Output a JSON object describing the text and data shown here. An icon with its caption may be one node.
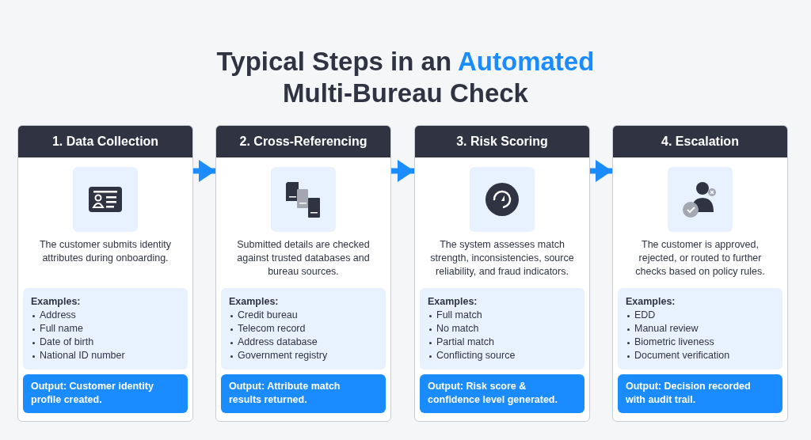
{
  "diagram": {
    "title": "Typical Steps in an *Automated* Multi-Bureau Check",
    "nodes": [
      {
        "text": [
          "1. Data Collection",
          "The customer submits identity attributes during onboarding."
        ]
      },
      {
        "text": [
          "Examples:",
          "Address",
          "Full name",
          "Date of birth",
          "National ID number"
        ],
        "in": 0
      },
      {
        "text": [
          "Output: Customer identity profile created."
        ],
        "in": 0
      },
      {
        "text": [
          "2. Cross-Referencing",
          "Submitted details are checked against trusted databases and bureau sources."
        ]
      },
      {
        "text": [
          "Examples:",
          "Credit bureau",
          "Telecom record",
          "Address database",
          "Government registry"
        ],
        "in": 3
      },
      {
        "text": [
          "Output: Attribute match results returned."
        ],
        "in": 3
      },
      {
        "text": [
          "3. Risk Scoring",
          "The system assesses match strength, inconsistencies, source reliability, and fraud indicators."
        ]
      },
      {
        "text": [
          "Examples:",
          "Full match",
          "No match",
          "Partial match",
          "Conflicting source"
        ],
        "in": 6
      },
      {
        "text": [
          "Output: Risk score & confidence level generated."
        ],
        "in": 6
      },
      {
        "text": [
          "4. Escalation",
          "The customer is approved, rejected, or routed to further checks based on policy rules."
        ]
      },
      {
        "text": [
          "Examples:",
          "EDD",
          "Manual review",
          "Biometric liveness",
          "Document verification"
        ],
        "in": 9
      },
      {
        "text": [
          "Output: Decision recorded with audit trail."
        ],
        "in": 9
      }
    ],
    "edges": [
      {
        "from": 0,
        "to": 3,
        "arrow": "to"
      },
      {
        "from": 3,
        "to": 6,
        "arrow": "to"
      },
      {
        "from": 6,
        "to": 9,
        "arrow": "to"
      }
    ]
  }
}
